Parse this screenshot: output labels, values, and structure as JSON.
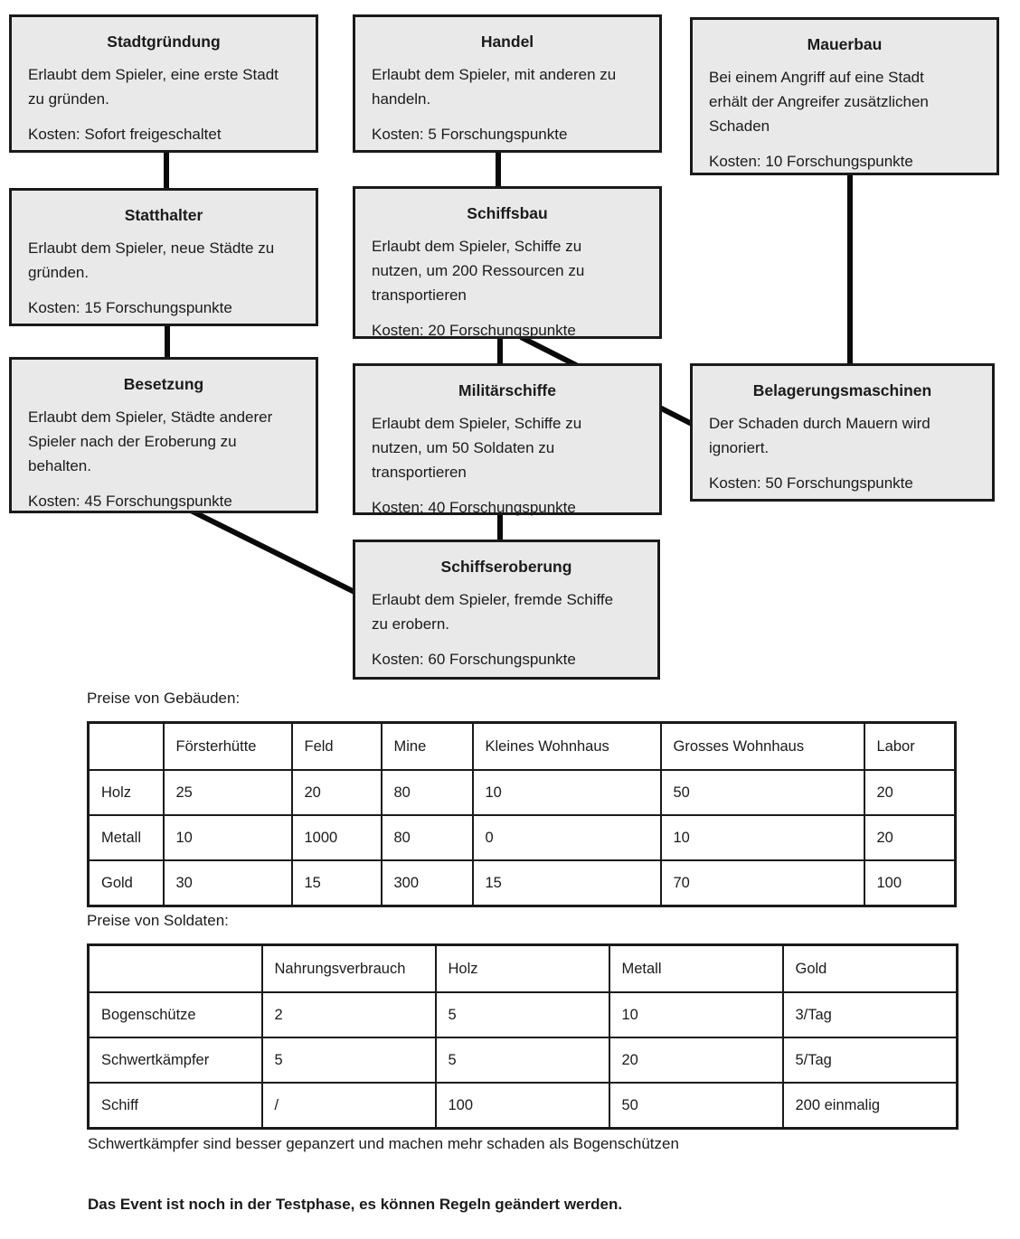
{
  "page": {
    "background": "#ffffff",
    "text_color": "#1b1b1b"
  },
  "colors": {
    "node_fill": "#e9e9e9",
    "node_border": "#1a1a1a",
    "connector": "#0a0a0a",
    "table_border": "#1a1a1a"
  },
  "tech_tree": {
    "nodes": [
      {
        "id": "stadtgruendung",
        "title": "Stadtgründung",
        "body": "Erlaubt dem Spieler, eine erste Stadt\nzu gründen.",
        "cost": "Kosten: Sofort freigeschaltet"
      },
      {
        "id": "handel",
        "title": "Handel",
        "body": "Erlaubt dem Spieler, mit anderen zu\nhandeln.",
        "cost": "Kosten: 5 Forschungspunkte"
      },
      {
        "id": "mauerbau",
        "title": "Mauerbau",
        "body": "Bei einem Angriff auf eine Stadt\nerhält der Angreifer zusätzlichen\nSchaden",
        "cost": "Kosten: 10 Forschungspunkte"
      },
      {
        "id": "statthalter",
        "title": "Statthalter",
        "body": "Erlaubt dem Spieler, neue Städte zu\ngründen.",
        "cost": "Kosten: 15 Forschungspunkte"
      },
      {
        "id": "schiffsbau",
        "title": "Schiffsbau",
        "body": "Erlaubt dem Spieler, Schiffe zu\nnutzen, um 200 Ressourcen zu\ntransportieren",
        "cost": "Kosten: 20 Forschungspunkte"
      },
      {
        "id": "besetzung",
        "title": "Besetzung",
        "body": "Erlaubt dem Spieler, Städte anderer\nSpieler nach der Eroberung zu\nbehalten.",
        "cost": "Kosten: 45 Forschungspunkte"
      },
      {
        "id": "militaerschiffe",
        "title": "Militärschiffe",
        "body": "Erlaubt dem Spieler, Schiffe zu\nnutzen, um 50 Soldaten zu\ntransportieren",
        "cost": "Kosten: 40 Forschungspunkte"
      },
      {
        "id": "belagerungsmaschinen",
        "title": "Belagerungsmaschinen",
        "body": "Der Schaden durch Mauern wird\nignoriert.",
        "cost": "Kosten: 50 Forschungspunkte"
      },
      {
        "id": "schiffseroberung",
        "title": "Schiffseroberung",
        "body": "Erlaubt dem Spieler, fremde Schiffe\nzu erobern.",
        "cost": "Kosten: 60 Forschungspunkte"
      }
    ],
    "edges": [
      {
        "from": "Stadtgründung",
        "to": "Statthalter"
      },
      {
        "from": "Statthalter",
        "to": "Besetzung"
      },
      {
        "from": "Handel",
        "to": "Schiffsbau"
      },
      {
        "from": "Schiffsbau",
        "to": "Militärschiffe"
      },
      {
        "from": "Schiffsbau",
        "to": "Belagerungsmaschinen"
      },
      {
        "from": "Mauerbau",
        "to": "Belagerungsmaschinen"
      },
      {
        "from": "Militärschiffe",
        "to": "Schiffseroberung"
      },
      {
        "from": "Besetzung",
        "to": "Schiffseroberung"
      }
    ]
  },
  "buildings": {
    "heading": "Preise von Gebäuden:",
    "table": {
      "columns": [
        "",
        "Försterhütte",
        "Feld",
        "Mine",
        "Kleines Wohnhaus",
        "Grosses Wohnhaus",
        "Labor"
      ],
      "rows": [
        {
          "label": "Holz",
          "values": [
            "25",
            "20",
            "80",
            "10",
            "50",
            "20"
          ]
        },
        {
          "label": "Metall",
          "values": [
            "10",
            "1000",
            "80",
            "0",
            "10",
            "20"
          ]
        },
        {
          "label": "Gold",
          "values": [
            "30",
            "15",
            "300",
            "15",
            "70",
            "100"
          ]
        }
      ]
    }
  },
  "soldiers": {
    "heading": "Preise von Soldaten:",
    "table": {
      "columns": [
        "",
        "Nahrungsverbrauch",
        "Holz",
        "Metall",
        "Gold"
      ],
      "rows": [
        {
          "label": "Bogenschütze",
          "values": [
            "2",
            "5",
            "10",
            "3/Tag"
          ]
        },
        {
          "label": "Schwertkämpfer",
          "values": [
            "5",
            "5",
            "20",
            "5/Tag"
          ]
        },
        {
          "label": "Schiff",
          "values": [
            "/",
            "100",
            "50",
            "200 einmalig"
          ]
        }
      ]
    }
  },
  "notes": {
    "soldier_note": "Schwertkämpfer sind besser gepanzert und machen mehr schaden als Bogenschützen",
    "test_phase_note": "Das Event ist noch in der Testphase, es können Regeln geändert werden."
  }
}
